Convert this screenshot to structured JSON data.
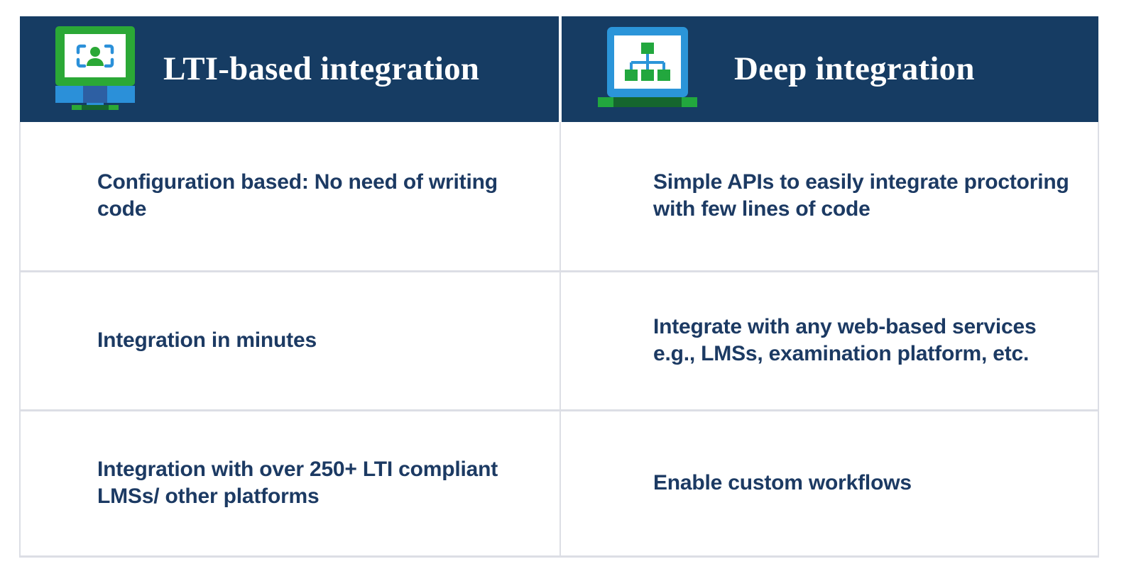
{
  "slide": {
    "background_color": "#ffffff",
    "header_background": "#163c63",
    "header_text_color": "#ffffff",
    "body_text_color": "#1c3a63",
    "grid_line_color": "#dcdee5",
    "accent_green": "#22a73e",
    "accent_blue": "#2b95d9",
    "accent_dark_green": "#15662e",
    "accent_dark_blue": "#2d5fa3"
  },
  "table": {
    "columns": [
      {
        "id": "lti",
        "title": "LTI-based integration",
        "icon": "monitor-face-scan-icon",
        "rows": [
          "Configuration based: No need of writing code",
          "Integration in minutes",
          "Integration with over 250+ LTI compliant LMSs/ other platforms"
        ]
      },
      {
        "id": "deep",
        "title": "Deep integration",
        "icon": "laptop-hierarchy-icon",
        "rows": [
          "Simple APIs to easily integrate proctoring with few lines of code",
          "Integrate with any web-based services e.g., LMSs, examination platform, etc.",
          "Enable custom workflows"
        ]
      }
    ]
  }
}
